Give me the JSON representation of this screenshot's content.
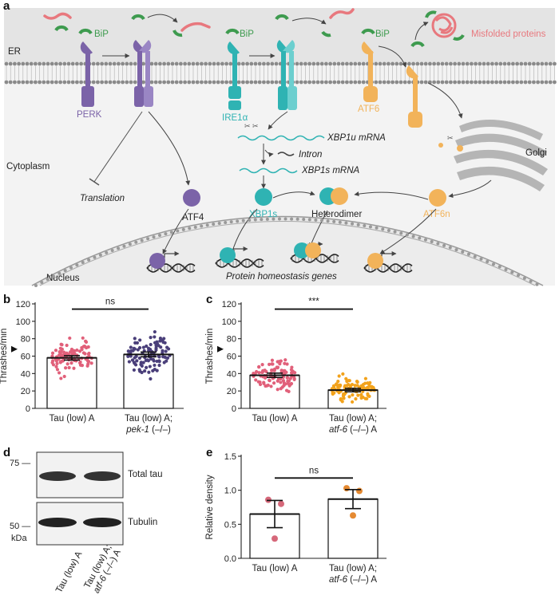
{
  "figure": {
    "panel_a": {
      "letter": "a",
      "compartments": {
        "er": "ER",
        "cytoplasm": "Cytoplasm",
        "nucleus": "Nucleus",
        "golgi": "Golgi"
      },
      "chaperone": "BiP",
      "misfolded": "Misfolded proteins",
      "sensors": {
        "perk": "PERK",
        "ire1": "IRE1α",
        "atf6": "ATF6"
      },
      "translation": "Translation",
      "atf4": "ATF4",
      "xbp1u": "XBP1u mRNA",
      "intron": "Intron",
      "xbp1s_mrna": "XBP1s mRNA",
      "xbp1s": "XBP1s",
      "heterodimer": "Heterodimer",
      "atf6n": "ATF6n",
      "genes": "Protein homeostasis genes",
      "colors": {
        "perk": "#7b63a8",
        "ire1": "#2fb3b3",
        "atf6": "#f2b35a",
        "bip": "#3e9b4f",
        "misfolded": "#e8787e",
        "er_band": "#e6e6e6",
        "golgi": "#b5b5b5"
      }
    },
    "panel_b": {
      "letter": "b",
      "sig": "ns"
    },
    "panel_c": {
      "letter": "c",
      "sig": "***"
    },
    "panel_d": {
      "letter": "d",
      "mw_75": "75 —",
      "mw_50": "50 —",
      "kda": "kDa",
      "band1": "Total tau",
      "band2": "Tubulin",
      "lane1": "Tau (low) A",
      "lane2_line1": "Tau (low) A;",
      "lane2_gene": "atf-6",
      "lane2_rest": " (–/–) A"
    },
    "panel_e": {
      "letter": "e",
      "sig": "ns"
    }
  },
  "chart_data": [
    {
      "type": "bar",
      "panel": "b",
      "ylabel": "Thrashes/min",
      "ylim": [
        0,
        120
      ],
      "yticks": [
        "0",
        "20",
        "40",
        "60",
        "80",
        "100",
        "120"
      ],
      "categories": [
        "Tau (low) A",
        "Tau (low) A; pek-1 (–/–)"
      ],
      "cat2_line1": "Tau (low) A;",
      "cat2_gene": "pek-1",
      "cat2_rest": " (–/–)",
      "values": [
        58,
        62
      ],
      "sem": [
        2.5,
        2.7
      ],
      "point_colors": [
        "#e1607a",
        "#4a3f7a"
      ],
      "arrowhead_y": 68
    },
    {
      "type": "bar",
      "panel": "c",
      "ylabel": "Thrashes/min",
      "ylim": [
        0,
        120
      ],
      "yticks": [
        "0",
        "20",
        "40",
        "60",
        "80",
        "100",
        "120"
      ],
      "categories": [
        "Tau (low) A",
        "Tau (low) A; atf-6 (–/–) A"
      ],
      "cat2_line1": "Tau (low) A;",
      "cat2_gene": "atf-6",
      "cat2_rest": " (–/–) A",
      "values": [
        38,
        21
      ],
      "sem": [
        2.5,
        2.0
      ],
      "point_colors": [
        "#e1607a",
        "#f2a21b"
      ],
      "arrowhead_y": 68
    },
    {
      "type": "bar",
      "panel": "e",
      "ylabel": "Relative density",
      "ylim": [
        0,
        1.5
      ],
      "yticks": [
        "0.0",
        "0.5",
        "1.0",
        "1.5"
      ],
      "categories": [
        "Tau (low) A",
        "Tau (low) A; atf-6 (–/–) A"
      ],
      "cat2_line1": "Tau (low) A;",
      "cat2_gene": "atf-6",
      "cat2_rest": " (–/–) A",
      "values": [
        0.65,
        0.87
      ],
      "sem": [
        0.2,
        0.14
      ],
      "points": [
        [
          0.86,
          0.29,
          0.8
        ],
        [
          1.03,
          0.63,
          0.99
        ]
      ],
      "point_colors": [
        "#d6687a",
        "#e58a32"
      ]
    }
  ]
}
